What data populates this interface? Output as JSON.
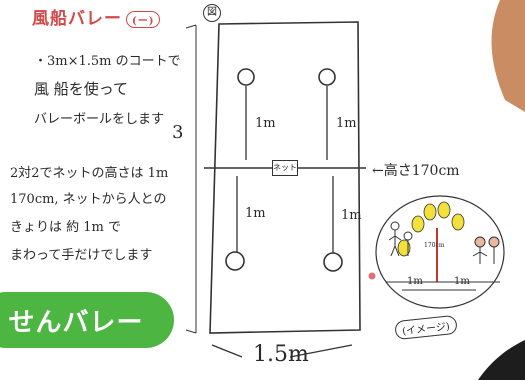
{
  "title": {
    "main": "風船バレー",
    "tag": "(ー)"
  },
  "figure_mark": "図",
  "notes": [
    "・3m×1.5m のコートで",
    "風 船を使って",
    "バレーボールをします",
    "2対2でネットの高さは 1m",
    "170cm, ネットから人との",
    "きょりは 約 1m で",
    "まわって手だけでします"
  ],
  "court": {
    "dimension_upper_left": "1m",
    "dimension_upper_right": "1m",
    "dimension_lower_left": "1m",
    "dimension_lower_right": "1m",
    "side_label": "3",
    "net_mark": "ネット",
    "height_note": "←高さ170cm",
    "bottom_dimension": "1.5m"
  },
  "inset": {
    "left_distance": "1m",
    "right_distance": "1m",
    "net_text": "170cm",
    "image_label": "(イメージ)"
  },
  "badge": {
    "text": "せんバレー"
  },
  "colors": {
    "badge": "#4db541",
    "title": "#d04a4a",
    "balloon": "#f3e03a",
    "skin": "#e8b9a0"
  }
}
